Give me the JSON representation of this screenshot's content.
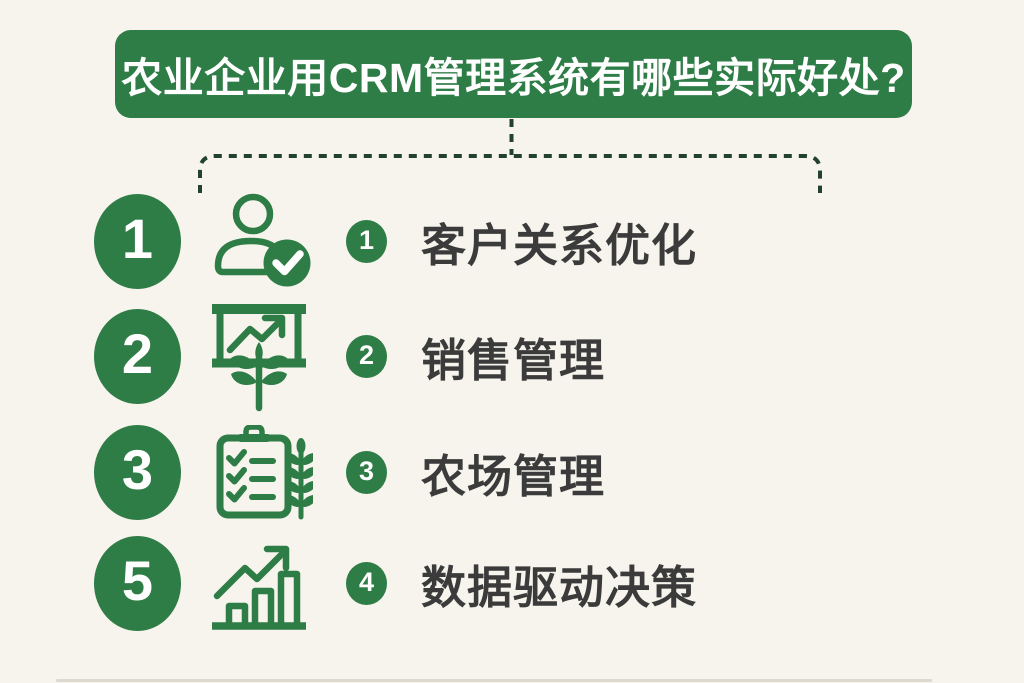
{
  "colors": {
    "background": "#f6f4ec",
    "accent_green": "#2e7c46",
    "dash_green": "#22422f",
    "label_text": "#3b3b3b",
    "number_text": "#ffffff"
  },
  "header": {
    "title": "农业企业用CRM管理系统有哪些实际好处?"
  },
  "rows": [
    {
      "circle_number": "1",
      "icon": "person-check-icon",
      "badge_number": "1",
      "label": "客户关系优化"
    },
    {
      "circle_number": "2",
      "icon": "board-growth-icon",
      "badge_number": "2",
      "label": "销售管理"
    },
    {
      "circle_number": "3",
      "icon": "clipboard-wheat-icon",
      "badge_number": "3",
      "label": "农场管理"
    },
    {
      "circle_number": "5",
      "icon": "bar-chart-arrow-icon",
      "badge_number": "4",
      "label": "数据驱动决策"
    }
  ]
}
